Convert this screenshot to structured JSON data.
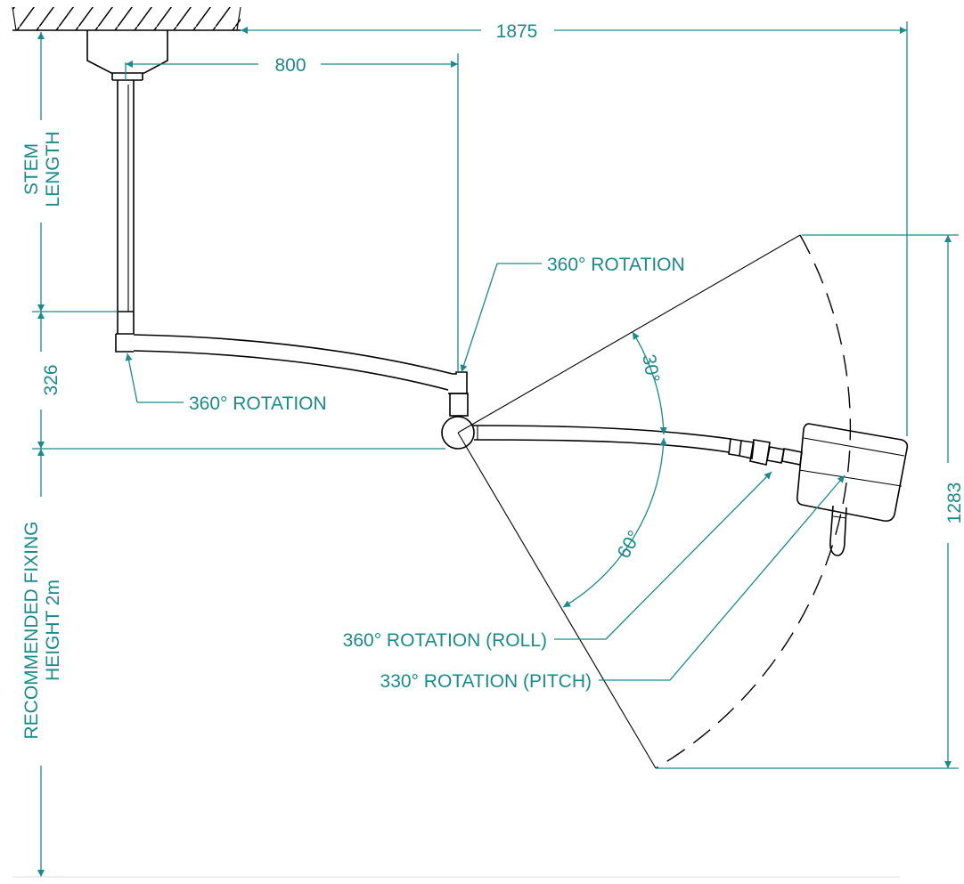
{
  "dimensions": {
    "overall_reach": "1875",
    "arm_reach": "800",
    "stem_length": [
      "STEM",
      "LENGTH"
    ],
    "stem_offset": "326",
    "overall_height": "1283",
    "fixing_height": [
      "RECOMMENDED FIXING",
      "HEIGHT 2m"
    ]
  },
  "angles": {
    "upper": "30°",
    "lower": "60°"
  },
  "callouts": {
    "elbow_rotation": "360° ROTATION",
    "stem_rotation": "360° ROTATION",
    "roll": "360° ROTATION (ROLL)",
    "pitch": "330° ROTATION (PITCH)"
  },
  "colors": {
    "dimension": "#1a8a8a",
    "object": "#000000"
  }
}
